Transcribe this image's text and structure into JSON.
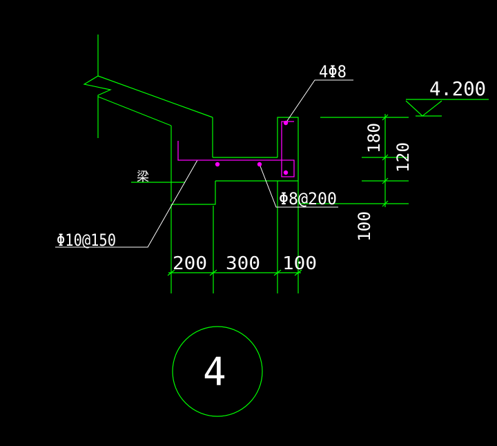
{
  "colors": {
    "background": "#000000",
    "outline": "#00ff00",
    "rebar": "#ff00ff",
    "text": "#ffffff"
  },
  "labels": {
    "top_rebar": "4Φ8",
    "stirrup": "Φ8@200",
    "slab_rebar": "Φ10@150",
    "beam_mark": "梁",
    "elevation": "4.200"
  },
  "dimensions": {
    "horizontal": [
      "200",
      "300",
      "100"
    ],
    "vertical": [
      "180",
      "120",
      "100"
    ]
  },
  "detail_number": "4"
}
